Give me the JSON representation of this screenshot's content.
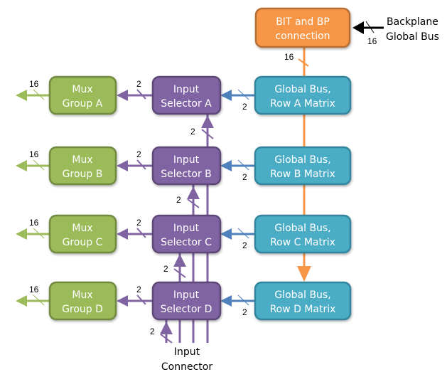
{
  "colors": {
    "orange": "#F79646",
    "orange_border": "#B66D31",
    "blue": "#4BACC6",
    "blue_border": "#31859C",
    "blue_arrow": "#4F81BD",
    "purple": "#8064A2",
    "purple_border": "#5C4776",
    "green": "#9BBB59",
    "green_border": "#71893F",
    "black": "#000000"
  },
  "bit_box": {
    "line1": "BIT and BP",
    "line2": "connection"
  },
  "backplane": {
    "line1": "Backplane",
    "line2": "Global Bus",
    "width_label": "16"
  },
  "bit_to_matrix_width": "16",
  "rows": [
    {
      "id": "A",
      "matrix_line1": "Global Bus,",
      "matrix_line2": "Row A Matrix",
      "selector_line1": "Input",
      "selector_line2": "Selector A",
      "mux_line1": "Mux",
      "mux_line2": "Group A",
      "matrix_to_selector_width": "2",
      "selector_to_mux_width": "2",
      "mux_out_width": "16",
      "input_width": "2"
    },
    {
      "id": "B",
      "matrix_line1": "Global Bus,",
      "matrix_line2": "Row B Matrix",
      "selector_line1": "Input",
      "selector_line2": "Selector B",
      "mux_line1": "Mux",
      "mux_line2": "Group B",
      "matrix_to_selector_width": "2",
      "selector_to_mux_width": "2",
      "mux_out_width": "16",
      "input_width": "2"
    },
    {
      "id": "C",
      "matrix_line1": "Global Bus,",
      "matrix_line2": "Row C Matrix",
      "selector_line1": "Input",
      "selector_line2": "Selector C",
      "mux_line1": "Mux",
      "mux_line2": "Group C",
      "matrix_to_selector_width": "2",
      "selector_to_mux_width": "2",
      "mux_out_width": "16",
      "input_width": "2"
    },
    {
      "id": "D",
      "matrix_line1": "Global Bus,",
      "matrix_line2": "Row D Matrix",
      "selector_line1": "Input",
      "selector_line2": "Selector D",
      "mux_line1": "Mux",
      "mux_line2": "Group D",
      "matrix_to_selector_width": "2",
      "selector_to_mux_width": "2",
      "mux_out_width": "16",
      "input_width": "2"
    }
  ],
  "input_connector": {
    "line1": "Input",
    "line2": "Connector"
  }
}
